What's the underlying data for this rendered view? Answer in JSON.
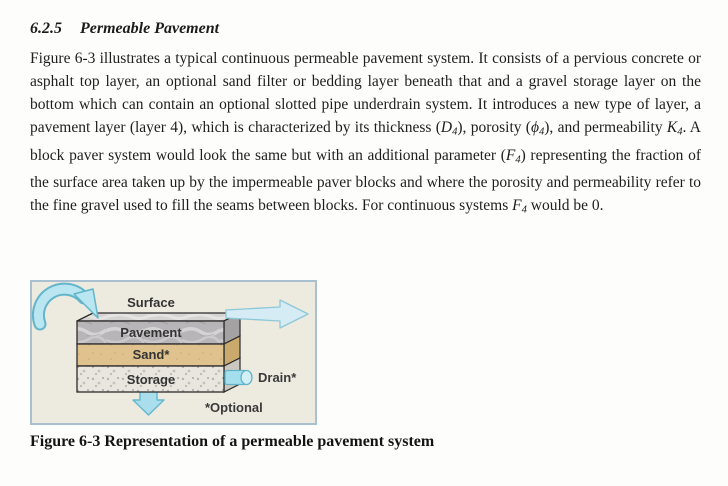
{
  "document": {
    "heading": {
      "number": "6.2.5",
      "title": "Permeable Pavement"
    },
    "paragraph": {
      "segments": [
        {
          "text": "Figure 6-3 illustrates a typical continuous permeable pavement system. It consists of a pervious concrete or asphalt top layer, an optional sand filter or bedding layer beneath that and a gravel storage layer on the bottom which can contain an optional slotted pipe underdrain system. It introduces a new type of layer, a pavement layer (layer 4), which is characterized by its thickness (",
          "style": "normal"
        },
        {
          "text": "D",
          "style": "italic"
        },
        {
          "text": "4",
          "style": "subscript"
        },
        {
          "text": "), porosity (",
          "style": "normal"
        },
        {
          "text": "ϕ",
          "style": "italic"
        },
        {
          "text": "4",
          "style": "subscript"
        },
        {
          "text": "), and permeability ",
          "style": "normal"
        },
        {
          "text": "K",
          "style": "italic"
        },
        {
          "text": "4",
          "style": "subscript"
        },
        {
          "text": ". A block paver system would look the same but with an additional parameter (",
          "style": "normal"
        },
        {
          "text": "F",
          "style": "italic"
        },
        {
          "text": "4",
          "style": "subscript"
        },
        {
          "text": ") representing the fraction of the surface area taken up by the impermeable paver blocks and where the porosity and permeability refer to the fine gravel used to fill the seams between blocks. For continuous systems ",
          "style": "normal"
        },
        {
          "text": "F",
          "style": "italic"
        },
        {
          "text": "4",
          "style": "subscript"
        },
        {
          "text": " would be 0.",
          "style": "normal"
        }
      ]
    },
    "caption": "Figure 6-3 Representation of a permeable pavement system"
  },
  "figure": {
    "labels": {
      "surface": "Surface",
      "pavement": "Pavement",
      "sand": "Sand*",
      "storage": "Storage",
      "drain": "Drain*",
      "optional": "*Optional"
    },
    "colors": {
      "border": "#a9c0d3",
      "background": "#edeadf",
      "outline": "#2b2b2b",
      "arrow_fill": "#b9e6f0",
      "arrow_stroke": "#63b6cb",
      "runoff_arrow_fill": "#d5ecf4",
      "runoff_arrow_stroke": "#8cc8da",
      "pavement_front": "#b7b5b7",
      "pavement_top": "#d6d4d2",
      "pavement_side": "#a5a2a3",
      "sand_front": "#dfc28d",
      "sand_side": "#c9a96c",
      "storage_front": "#e9e6df",
      "storage_side": "#ccc8bf",
      "drain_fill": "#a5dfee",
      "drain_cap": "#d3eff6"
    }
  }
}
